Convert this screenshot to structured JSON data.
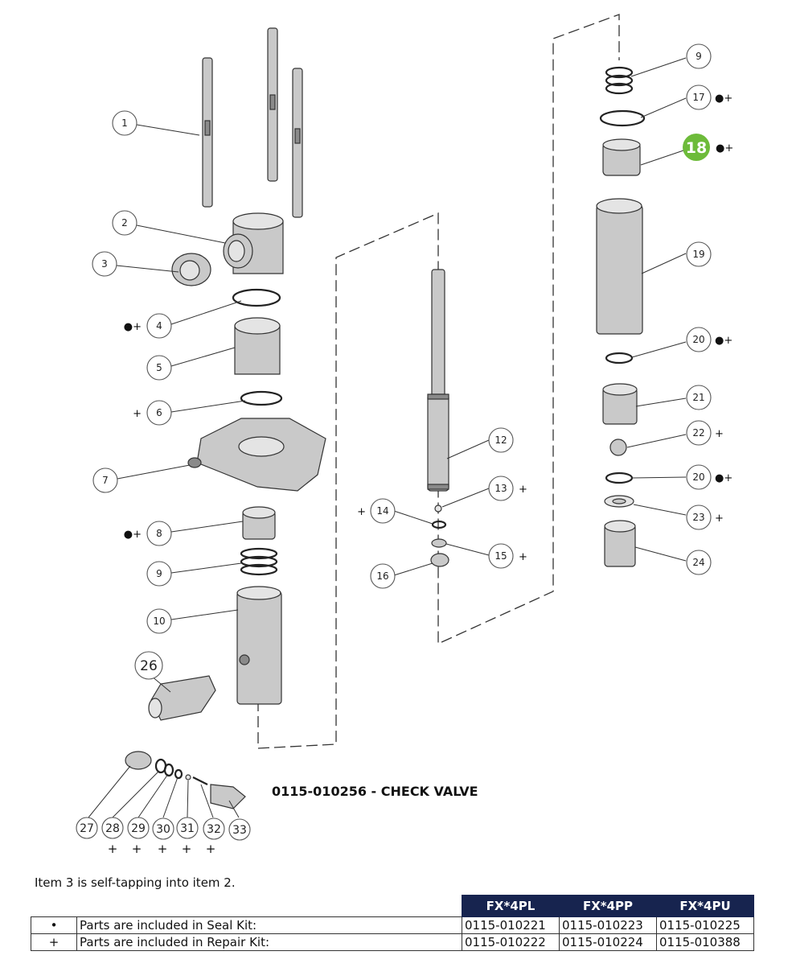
{
  "callouts": [
    {
      "id": "c1",
      "label": "1",
      "kit": ""
    },
    {
      "id": "c2",
      "label": "2",
      "kit": ""
    },
    {
      "id": "c3",
      "label": "3",
      "kit": ""
    },
    {
      "id": "c4",
      "label": "4",
      "kit": "●+"
    },
    {
      "id": "c5",
      "label": "5",
      "kit": ""
    },
    {
      "id": "c6",
      "label": "6",
      "kit": "+"
    },
    {
      "id": "c7",
      "label": "7",
      "kit": ""
    },
    {
      "id": "c8",
      "label": "8",
      "kit": "●+"
    },
    {
      "id": "c9a",
      "label": "9",
      "kit": ""
    },
    {
      "id": "c10",
      "label": "10",
      "kit": ""
    },
    {
      "id": "c12",
      "label": "12",
      "kit": ""
    },
    {
      "id": "c13",
      "label": "13",
      "kit": "+"
    },
    {
      "id": "c14",
      "label": "14",
      "kit": "+"
    },
    {
      "id": "c15",
      "label": "15",
      "kit": "+"
    },
    {
      "id": "c16",
      "label": "16",
      "kit": ""
    },
    {
      "id": "c9b",
      "label": "9",
      "kit": ""
    },
    {
      "id": "c17",
      "label": "17",
      "kit": "●+"
    },
    {
      "id": "c18",
      "label": "18",
      "kit": "●+"
    },
    {
      "id": "c19",
      "label": "19",
      "kit": ""
    },
    {
      "id": "c20a",
      "label": "20",
      "kit": "●+"
    },
    {
      "id": "c21",
      "label": "21",
      "kit": ""
    },
    {
      "id": "c22",
      "label": "22",
      "kit": "+"
    },
    {
      "id": "c20b",
      "label": "20",
      "kit": "●+"
    },
    {
      "id": "c23",
      "label": "23",
      "kit": "+"
    },
    {
      "id": "c24",
      "label": "24",
      "kit": ""
    },
    {
      "id": "c26",
      "label": "26",
      "kit": ""
    },
    {
      "id": "c27",
      "label": "27",
      "kit": ""
    },
    {
      "id": "c28",
      "label": "28",
      "kit": "+"
    },
    {
      "id": "c29",
      "label": "29",
      "kit": "+"
    },
    {
      "id": "c30",
      "label": "30",
      "kit": "+"
    },
    {
      "id": "c31",
      "label": "31",
      "kit": "+"
    },
    {
      "id": "c32",
      "label": "32",
      "kit": "+"
    },
    {
      "id": "c33",
      "label": "33",
      "kit": ""
    }
  ],
  "check_valve_title": "0115-010256 - CHECK VALVE",
  "note": "Item 3 is self-tapping into item 2.",
  "table": {
    "models": [
      "FX*4PL",
      "FX*4PP",
      "FX*4PU"
    ],
    "rows": [
      {
        "symbol": "•",
        "description": "Parts are included in Seal Kit:",
        "parts": [
          "0115-010221",
          "0115-010223",
          "0115-010225"
        ]
      },
      {
        "symbol": "+",
        "description": "Parts are included in Repair Kit:",
        "parts": [
          "0115-010222",
          "0115-010224",
          "0115-010388"
        ]
      }
    ]
  },
  "colors": {
    "highlight": "#6dbb3a",
    "table_header": "#17244f"
  }
}
